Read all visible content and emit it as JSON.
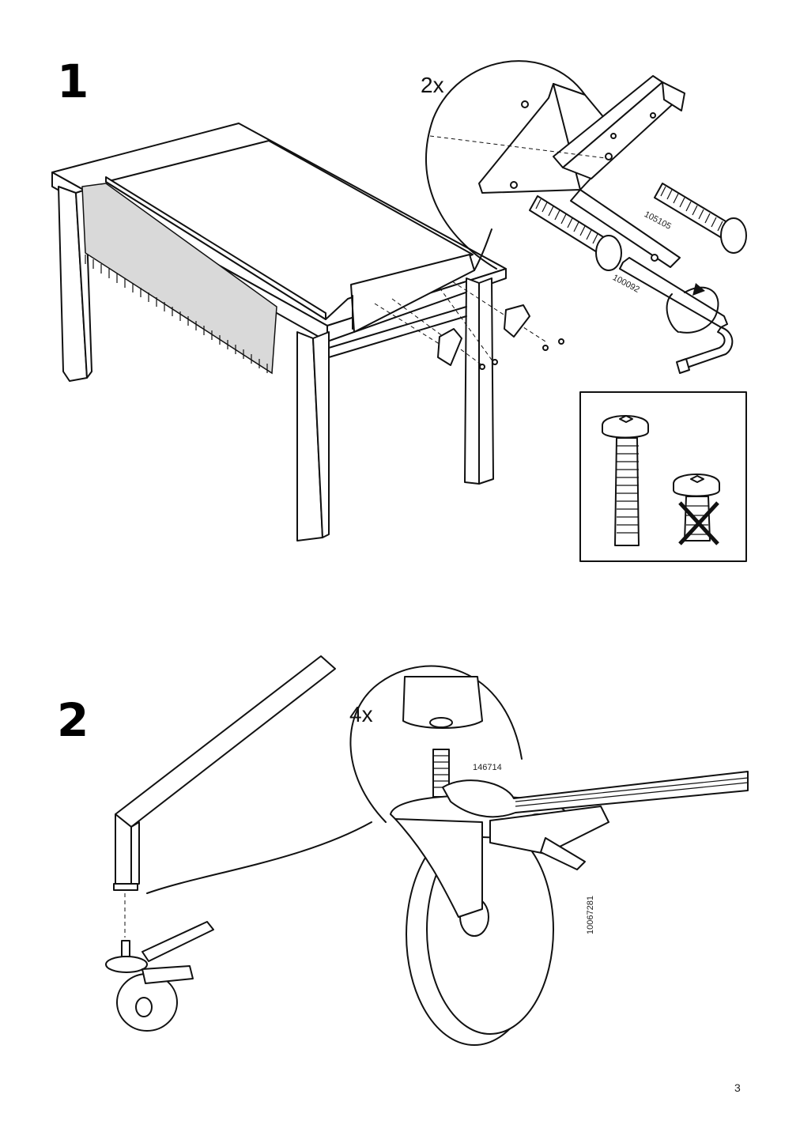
{
  "steps": [
    {
      "number": "1",
      "quantity": "2x",
      "part_codes": [
        "105105",
        "100092"
      ]
    },
    {
      "number": "2",
      "quantity": "4x",
      "part_codes": [
        "146714",
        "10067281"
      ]
    }
  ],
  "page_number": "3",
  "icons": {
    "step1": [
      "table-icon",
      "fabric-panel-icon",
      "bracket-icon",
      "bolt-icon",
      "allen-key-icon",
      "rotate-arrow-icon",
      "correct-bolt-icon",
      "wrong-bolt-icon"
    ],
    "step2": [
      "leg-icon",
      "caster-icon",
      "wrench-icon"
    ]
  }
}
